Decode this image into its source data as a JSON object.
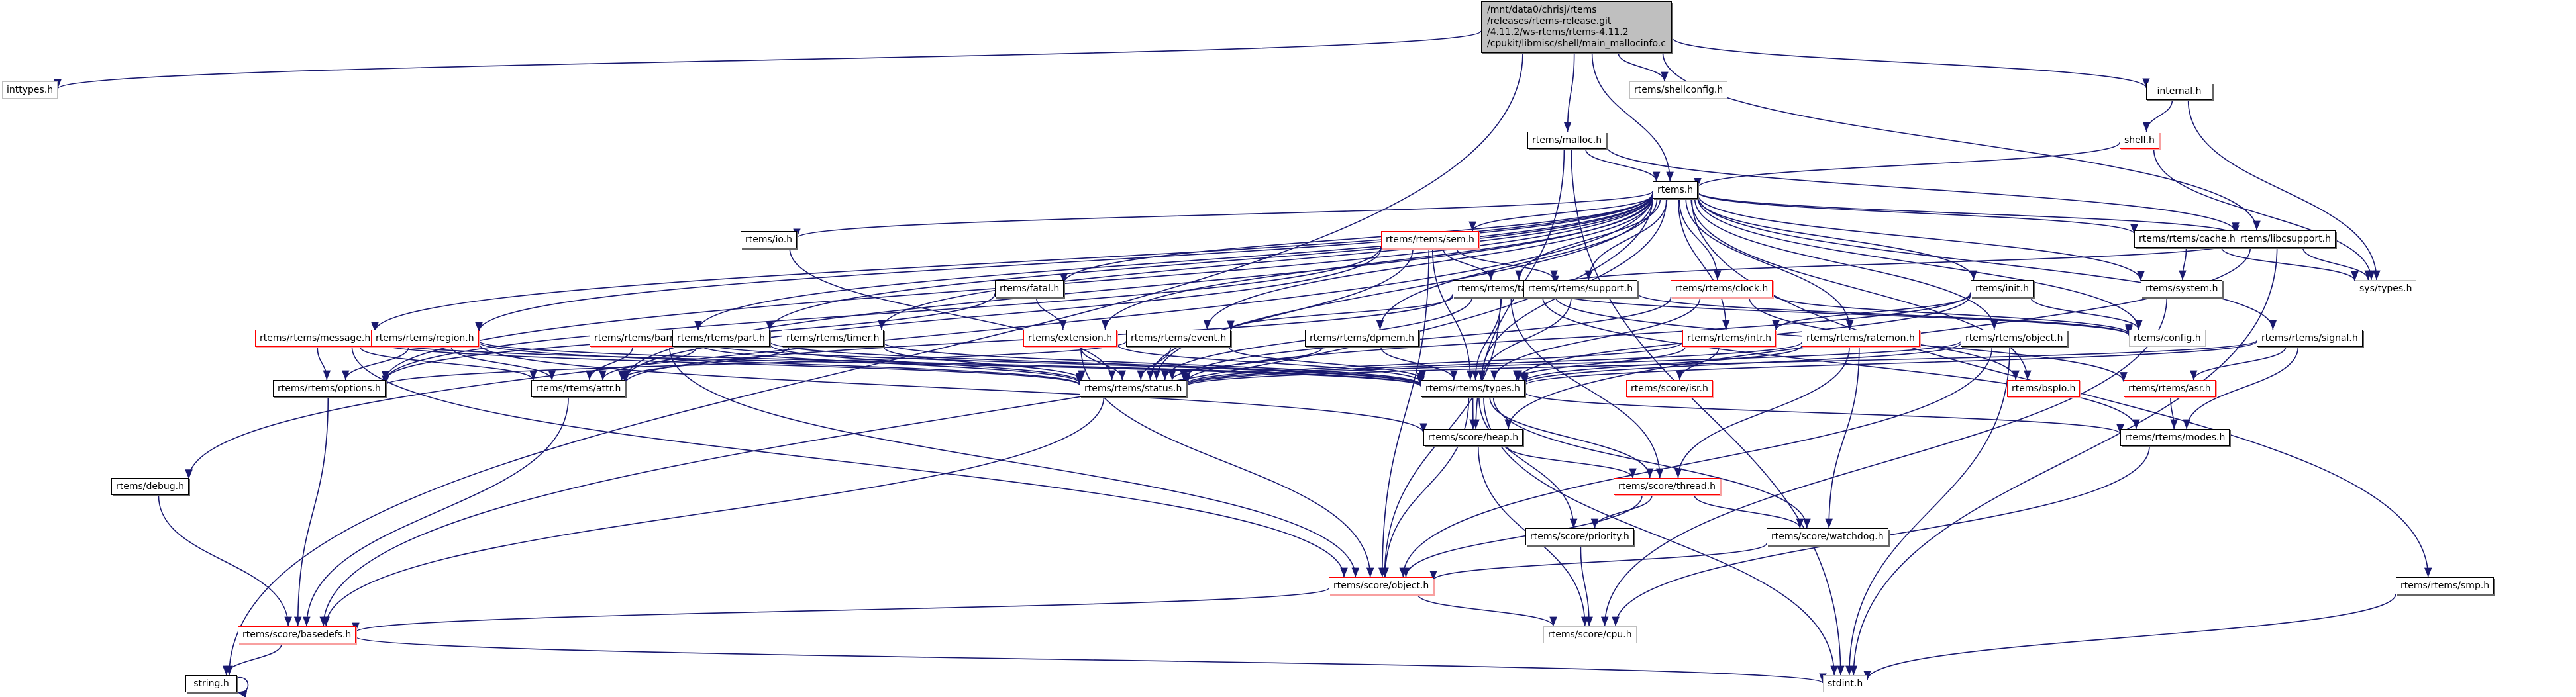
{
  "graph": {
    "root": {
      "id": "root",
      "label_lines": [
        "/mnt/data0/chrisj/rtems",
        "/releases/rtems-release.git",
        "/4.11.2/ws-rtems/rtems-4.11.2",
        "/cpukit/libmisc/shell/main_mallocinfo.c"
      ]
    },
    "nodes": [
      {
        "id": "inttypes",
        "label": "inttypes.h",
        "style": "grey"
      },
      {
        "id": "shellconfig",
        "label": "rtems/shellconfig.h",
        "style": "grey"
      },
      {
        "id": "internal",
        "label": "internal.h",
        "style": "normal"
      },
      {
        "id": "malloc",
        "label": "rtems/malloc.h",
        "style": "normal"
      },
      {
        "id": "shell",
        "label": "shell.h",
        "style": "red"
      },
      {
        "id": "rtems",
        "label": "rtems.h",
        "style": "normal"
      },
      {
        "id": "systypes",
        "label": "sys/types.h",
        "style": "grey"
      },
      {
        "id": "io",
        "label": "rtems/io.h",
        "style": "normal"
      },
      {
        "id": "sem",
        "label": "rtems/rtems/sem.h",
        "style": "red"
      },
      {
        "id": "cache",
        "label": "rtems/rtems/cache.h",
        "style": "normal"
      },
      {
        "id": "libcsupport",
        "label": "rtems/libcsupport.h",
        "style": "normal"
      },
      {
        "id": "fatal",
        "label": "rtems/fatal.h",
        "style": "normal"
      },
      {
        "id": "tasks",
        "label": "rtems/rtems/tasks.h",
        "style": "normal"
      },
      {
        "id": "support",
        "label": "rtems/rtems/support.h",
        "style": "normal"
      },
      {
        "id": "clock",
        "label": "rtems/rtems/clock.h",
        "style": "red"
      },
      {
        "id": "init",
        "label": "rtems/init.h",
        "style": "normal"
      },
      {
        "id": "system",
        "label": "rtems/system.h",
        "style": "normal"
      },
      {
        "id": "message",
        "label": "rtems/rtems/message.h",
        "style": "red"
      },
      {
        "id": "region",
        "label": "rtems/rtems/region.h",
        "style": "red"
      },
      {
        "id": "barrier",
        "label": "rtems/rtems/barrier.h",
        "style": "red"
      },
      {
        "id": "part",
        "label": "rtems/rtems/part.h",
        "style": "normal"
      },
      {
        "id": "timer",
        "label": "rtems/rtems/timer.h",
        "style": "normal"
      },
      {
        "id": "extension",
        "label": "rtems/extension.h",
        "style": "red"
      },
      {
        "id": "event",
        "label": "rtems/rtems/event.h",
        "style": "normal"
      },
      {
        "id": "dpmem",
        "label": "rtems/rtems/dpmem.h",
        "style": "normal"
      },
      {
        "id": "intr",
        "label": "rtems/rtems/intr.h",
        "style": "red"
      },
      {
        "id": "ratemon",
        "label": "rtems/rtems/ratemon.h",
        "style": "red"
      },
      {
        "id": "object",
        "label": "rtems/rtems/object.h",
        "style": "normal"
      },
      {
        "id": "config",
        "label": "rtems/config.h",
        "style": "grey"
      },
      {
        "id": "signal",
        "label": "rtems/rtems/signal.h",
        "style": "normal"
      },
      {
        "id": "options",
        "label": "rtems/rtems/options.h",
        "style": "normal"
      },
      {
        "id": "attr",
        "label": "rtems/rtems/attr.h",
        "style": "normal"
      },
      {
        "id": "status",
        "label": "rtems/rtems/status.h",
        "style": "normal"
      },
      {
        "id": "types",
        "label": "rtems/rtems/types.h",
        "style": "normal"
      },
      {
        "id": "isr",
        "label": "rtems/score/isr.h",
        "style": "red"
      },
      {
        "id": "bspio",
        "label": "rtems/bspIo.h",
        "style": "red"
      },
      {
        "id": "asr",
        "label": "rtems/rtems/asr.h",
        "style": "red"
      },
      {
        "id": "heap",
        "label": "rtems/score/heap.h",
        "style": "normal"
      },
      {
        "id": "modes",
        "label": "rtems/rtems/modes.h",
        "style": "normal"
      },
      {
        "id": "debug",
        "label": "rtems/debug.h",
        "style": "normal"
      },
      {
        "id": "thread",
        "label": "rtems/score/thread.h",
        "style": "red"
      },
      {
        "id": "priority",
        "label": "rtems/score/priority.h",
        "style": "normal"
      },
      {
        "id": "watchdog",
        "label": "rtems/score/watchdog.h",
        "style": "normal"
      },
      {
        "id": "smp",
        "label": "rtems/rtems/smp.h",
        "style": "normal"
      },
      {
        "id": "scoreobject",
        "label": "rtems/score/object.h",
        "style": "red"
      },
      {
        "id": "basedefs",
        "label": "rtems/score/basedefs.h",
        "style": "red"
      },
      {
        "id": "cpu",
        "label": "rtems/score/cpu.h",
        "style": "grey"
      },
      {
        "id": "string",
        "label": "string.h",
        "style": "normal"
      },
      {
        "id": "stdint",
        "label": "stdint.h",
        "style": "grey"
      }
    ],
    "edges": [
      [
        "root",
        "inttypes"
      ],
      [
        "root",
        "string"
      ],
      [
        "root",
        "rtems"
      ],
      [
        "root",
        "malloc"
      ],
      [
        "root",
        "shellconfig"
      ],
      [
        "root",
        "internal"
      ],
      [
        "root",
        "libcsupport"
      ],
      [
        "internal",
        "shell"
      ],
      [
        "internal",
        "systypes"
      ],
      [
        "shell",
        "rtems"
      ],
      [
        "shell",
        "systypes"
      ],
      [
        "malloc",
        "rtems"
      ],
      [
        "malloc",
        "heap"
      ],
      [
        "malloc",
        "stdint"
      ],
      [
        "malloc",
        "libcsupport"
      ],
      [
        "rtems",
        "debug"
      ],
      [
        "rtems",
        "basedefs"
      ],
      [
        "rtems",
        "message"
      ],
      [
        "rtems",
        "region"
      ],
      [
        "rtems",
        "barrier"
      ],
      [
        "rtems",
        "status"
      ],
      [
        "rtems",
        "io"
      ],
      [
        "rtems",
        "fatal"
      ],
      [
        "rtems",
        "part"
      ],
      [
        "rtems",
        "timer"
      ],
      [
        "rtems",
        "extension"
      ],
      [
        "rtems",
        "event"
      ],
      [
        "rtems",
        "dpmem"
      ],
      [
        "rtems",
        "sem"
      ],
      [
        "rtems",
        "tasks"
      ],
      [
        "rtems",
        "support"
      ],
      [
        "rtems",
        "intr"
      ],
      [
        "rtems",
        "clock"
      ],
      [
        "rtems",
        "ratemon"
      ],
      [
        "rtems",
        "object"
      ],
      [
        "rtems",
        "init"
      ],
      [
        "rtems",
        "config"
      ],
      [
        "rtems",
        "cache"
      ],
      [
        "rtems",
        "system"
      ],
      [
        "rtems",
        "libcsupport"
      ],
      [
        "rtems",
        "signal"
      ],
      [
        "rtems",
        "types"
      ],
      [
        "rtems",
        "smp"
      ],
      [
        "rtems",
        "bspio"
      ],
      [
        "rtems",
        "attr"
      ],
      [
        "rtems",
        "options"
      ],
      [
        "io",
        "status"
      ],
      [
        "sem",
        "tasks"
      ],
      [
        "sem",
        "support"
      ],
      [
        "sem",
        "types"
      ],
      [
        "sem",
        "scoreobject"
      ],
      [
        "sem",
        "options"
      ],
      [
        "sem",
        "attr"
      ],
      [
        "sem",
        "status"
      ],
      [
        "cache",
        "system"
      ],
      [
        "cache",
        "systypes"
      ],
      [
        "libcsupport",
        "tasks"
      ],
      [
        "libcsupport",
        "systypes"
      ],
      [
        "libcsupport",
        "stdint"
      ],
      [
        "libcsupport",
        "heap"
      ],
      [
        "fatal",
        "extension"
      ],
      [
        "fatal",
        "options"
      ],
      [
        "tasks",
        "event"
      ],
      [
        "tasks",
        "status"
      ],
      [
        "tasks",
        "types"
      ],
      [
        "tasks",
        "attr"
      ],
      [
        "tasks",
        "modes"
      ],
      [
        "tasks",
        "thread"
      ],
      [
        "tasks",
        "scoreobject"
      ],
      [
        "tasks",
        "config"
      ],
      [
        "tasks",
        "asr"
      ],
      [
        "support",
        "types"
      ],
      [
        "support",
        "config"
      ],
      [
        "clock",
        "types"
      ],
      [
        "clock",
        "status"
      ],
      [
        "clock",
        "config"
      ],
      [
        "clock",
        "bspio"
      ],
      [
        "init",
        "types"
      ],
      [
        "init",
        "intr"
      ],
      [
        "init",
        "config"
      ],
      [
        "init",
        "status"
      ],
      [
        "system",
        "cpu"
      ],
      [
        "message",
        "options"
      ],
      [
        "message",
        "attr"
      ],
      [
        "message",
        "status"
      ],
      [
        "message",
        "types"
      ],
      [
        "message",
        "scoreobject"
      ],
      [
        "region",
        "options"
      ],
      [
        "region",
        "attr"
      ],
      [
        "region",
        "status"
      ],
      [
        "region",
        "types"
      ],
      [
        "region",
        "heap"
      ],
      [
        "barrier",
        "attr"
      ],
      [
        "barrier",
        "status"
      ],
      [
        "barrier",
        "types"
      ],
      [
        "barrier",
        "scoreobject"
      ],
      [
        "part",
        "attr"
      ],
      [
        "part",
        "status"
      ],
      [
        "part",
        "types"
      ],
      [
        "timer",
        "attr"
      ],
      [
        "timer",
        "status"
      ],
      [
        "timer",
        "types"
      ],
      [
        "extension",
        "status"
      ],
      [
        "extension",
        "types"
      ],
      [
        "extension",
        "scoreobject"
      ],
      [
        "event",
        "options"
      ],
      [
        "event",
        "status"
      ],
      [
        "event",
        "types"
      ],
      [
        "dpmem",
        "status"
      ],
      [
        "dpmem",
        "types"
      ],
      [
        "intr",
        "isr"
      ],
      [
        "intr",
        "status"
      ],
      [
        "intr",
        "types"
      ],
      [
        "ratemon",
        "thread"
      ],
      [
        "ratemon",
        "status"
      ],
      [
        "ratemon",
        "types"
      ],
      [
        "ratemon",
        "watchdog"
      ],
      [
        "object",
        "types"
      ],
      [
        "object",
        "status"
      ],
      [
        "object",
        "scoreobject"
      ],
      [
        "object",
        "stdint"
      ],
      [
        "signal",
        "asr"
      ],
      [
        "signal",
        "modes"
      ],
      [
        "signal",
        "types"
      ],
      [
        "signal",
        "status"
      ],
      [
        "options",
        "basedefs"
      ],
      [
        "attr",
        "basedefs"
      ],
      [
        "status",
        "basedefs"
      ],
      [
        "types",
        "heap"
      ],
      [
        "types",
        "thread"
      ],
      [
        "types",
        "priority"
      ],
      [
        "types",
        "watchdog"
      ],
      [
        "types",
        "scoreobject"
      ],
      [
        "types",
        "modes"
      ],
      [
        "types",
        "stdint"
      ],
      [
        "asr",
        "modes"
      ],
      [
        "heap",
        "thread"
      ],
      [
        "heap",
        "cpu"
      ],
      [
        "modes",
        "cpu"
      ],
      [
        "debug",
        "basedefs"
      ],
      [
        "thread",
        "priority"
      ],
      [
        "thread",
        "watchdog"
      ],
      [
        "thread",
        "scoreobject"
      ],
      [
        "priority",
        "cpu"
      ],
      [
        "watchdog",
        "scoreobject"
      ],
      [
        "smp",
        "stdint"
      ],
      [
        "scoreobject",
        "cpu"
      ],
      [
        "scoreobject",
        "basedefs"
      ],
      [
        "basedefs",
        "string"
      ],
      [
        "basedefs",
        "stdint"
      ],
      [
        "string",
        "string"
      ]
    ]
  }
}
